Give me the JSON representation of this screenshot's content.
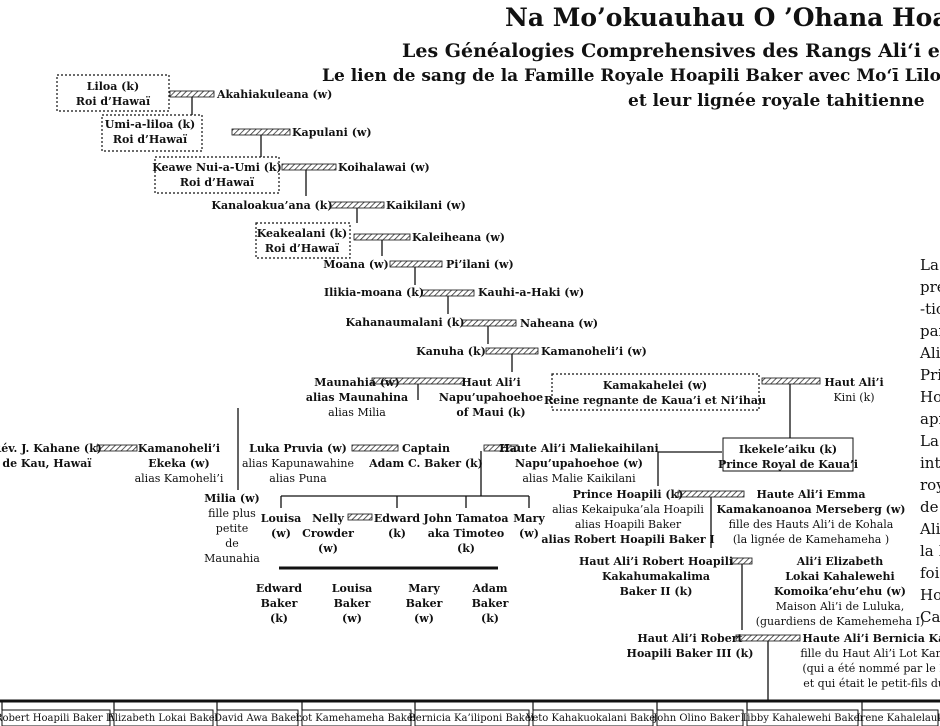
{
  "titles": {
    "line1": "Na Mo’okuauhau O ’Ohana Hoapili",
    "line2": "Les Généalogies Comprehensives des Rangs Ali‘i et",
    "line3": "Le lien de sang de la Famille Royale Hoapili Baker avec Moʻī Līloa (Pr",
    "line4": "et leur lignée royale tahitienne"
  },
  "nodes": {
    "liloa": [
      "Liloa (k)",
      "Roi d’Hawaï"
    ],
    "akahiakuleana": [
      "Akahiakuleana (w)"
    ],
    "umi": [
      "Umi-a-liloa (k)",
      "Roi d’Hawaï"
    ],
    "kapulani": [
      "Kapulani (w)"
    ],
    "keawe": [
      "Keawe Nui-a-Umi (k)",
      "Roi d’Hawaï"
    ],
    "koihalawai": [
      "Koihalawai (w)"
    ],
    "kanaloakuaana": [
      "Kanaloakua’ana (k)"
    ],
    "kaikilani": [
      "Kaikilani (w)"
    ],
    "keakealani": [
      "Keakealani (k)",
      "Roi d’Hawaï"
    ],
    "kaleiheana": [
      "Kaleiheana (w)"
    ],
    "moana": [
      "Moana (w)"
    ],
    "piilani": [
      "Pi’ilani (w)"
    ],
    "ilikia": [
      "Ilikia-moana (k)"
    ],
    "kauhi": [
      "Kauhi-a-Haki (w)"
    ],
    "kahanaumalani": [
      "Kahanaumalani (k)"
    ],
    "naheana": [
      "Naheana (w)"
    ],
    "kanuha": [
      "Kanuha (k)"
    ],
    "kamanoheli_1": [
      "Kamanoheli’i (w)"
    ],
    "maunahia": [
      "Maunahia (w)",
      "alias Maunahina",
      "alias Milia"
    ],
    "hautalii_napu": [
      "Haut Ali’i",
      "Napu’upahoehoe",
      "of Maui (k)"
    ],
    "kamakahelei": [
      "Kamakahelei (w)",
      "Reine regnante de Kaua’i et Ni’ihau"
    ],
    "hautalii_kini": [
      "Haut Ali’i",
      "Kini (k)"
    ],
    "kahane": [
      "Rév. J. Kahane (k)",
      "de Kau, Hawaï"
    ],
    "kamanoheli_2": [
      "Kamanoheli’i",
      "Ekeka (w)",
      "alias Kamoheli’i"
    ],
    "milia": [
      "Milia (w)",
      "fille plus",
      "petite",
      "de",
      "Maunahia"
    ],
    "luka": [
      "Luka  Pruvia (w)",
      "alias Kapunawahine",
      "alias Puna"
    ],
    "captain": [
      "Captain",
      "Adam C. Baker (k)"
    ],
    "maliekaihilani": [
      "Haute Ali’i Maliekaihilani",
      "Napu’upahoehoe (w)",
      "alias Malie Kaikilani"
    ],
    "ikekeleaiku": [
      "Ikekele’aiku (k)",
      "Prince Royal de Kaua’i"
    ],
    "louisa1": [
      "Louisa",
      "(w)"
    ],
    "nelly": [
      "Nelly",
      "Crowder",
      "(w)"
    ],
    "edward1": [
      "Edward",
      "(k)"
    ],
    "johnt": [
      "John Tamatoa",
      "aka Timoteo",
      "(k)"
    ],
    "mary1": [
      "Mary",
      "(w)"
    ],
    "edward2": [
      "Edward",
      "Baker",
      "(k)"
    ],
    "louisa2": [
      "Louisa",
      "Baker",
      "(w)"
    ],
    "mary2": [
      "Mary",
      "Baker",
      "(w)"
    ],
    "adam2": [
      "Adam",
      "Baker",
      "(k)"
    ],
    "prince_hoapili": [
      "Prince Hoapili (k)",
      "alias Kekaipuka’ala Hoapili",
      "alias Hoapili Baker",
      "alias Robert Hoapili Baker I"
    ],
    "emma": [
      "Haute Ali’i Emma",
      "Kamakanoanoa Merseberg (w)",
      "fille des Hauts Ali’i de Kohala",
      "(la lignée de Kamehameha )"
    ],
    "robert2": [
      "Haut Ali’i Robert Hoapili",
      "Kakahumakalima",
      "Baker II (k)"
    ],
    "elizabeth": [
      "Ali’i Elizabeth",
      "Lokai Kahalewehi",
      "Komoika’ehu’ehu (w)",
      "Maison Ali’i de Luluka,",
      "(guardiens de Kamehemeha I)"
    ],
    "robert3": [
      "Haut Ali’i Robert",
      "Hoapili Baker III (k)"
    ],
    "bernicia": [
      "Haute Ali’i Bernicia Ka’il",
      "fille du Haut Ali’i Lot Kameh",
      "(qui a été nommé par le Roi",
      "et qui était le petit-fils du K"
    ]
  },
  "bottom_row": [
    "Robert Hoapili Baker IV",
    "Elizabeth Lokai Baker",
    "David Awa Baker",
    "Lot Kamehameha Baker",
    "Bernicia Ka’iliponi Baker",
    "Veto Kahakuokalani Baker",
    "John Olino Baker I",
    "Libby Kahalewehi Baker",
    "Irene Kahalelauk"
  ],
  "side_text": [
    "La",
    "pre",
    "-tio",
    "par",
    "Ali",
    "Pri",
    "Ho",
    "apr",
    "La",
    "int",
    "roy",
    "de",
    "Ali",
    "la I",
    "foi",
    "Ho",
    "Ca"
  ]
}
